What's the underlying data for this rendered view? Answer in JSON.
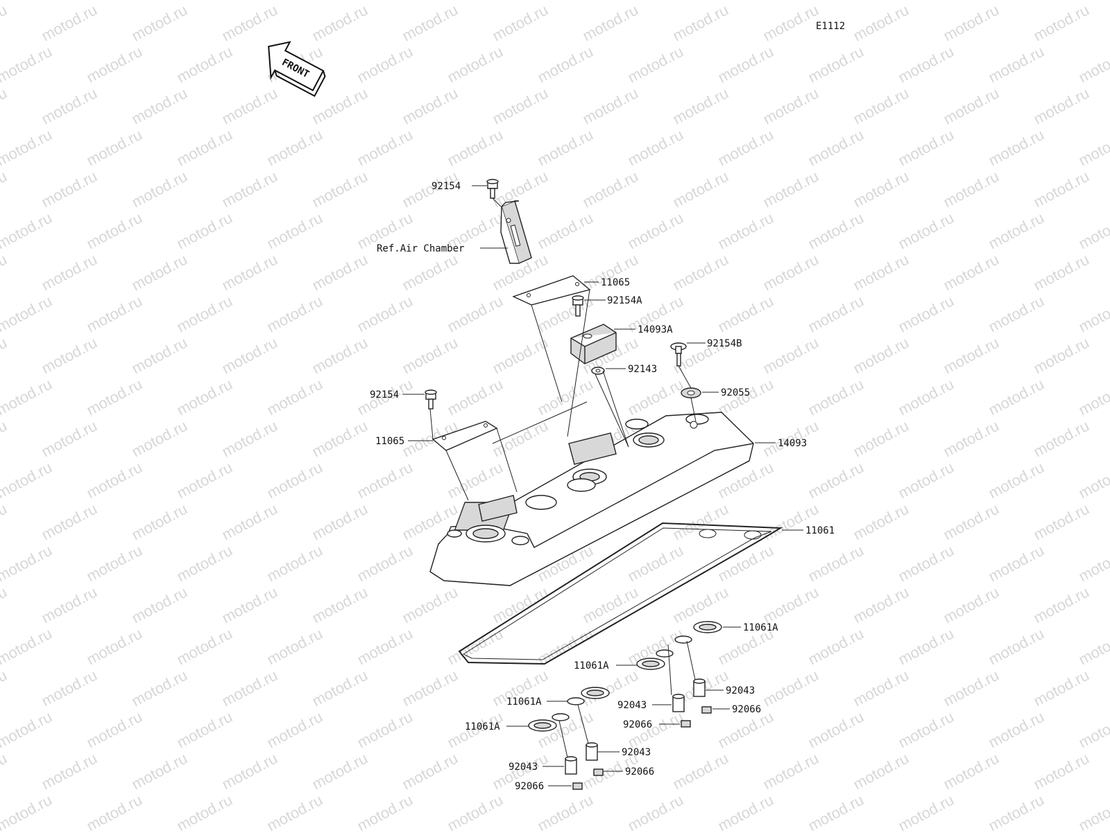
{
  "diagram": {
    "code": "E1112",
    "front_label": "FRONT",
    "watermark": "motod.ru",
    "callouts": [
      {
        "id": "c1",
        "text": "92154"
      },
      {
        "id": "c2",
        "text": "Ref.Air Chamber"
      },
      {
        "id": "c3",
        "text": "11065"
      },
      {
        "id": "c4",
        "text": "92154A"
      },
      {
        "id": "c5",
        "text": "14093A"
      },
      {
        "id": "c6",
        "text": "92154B"
      },
      {
        "id": "c7",
        "text": "92143"
      },
      {
        "id": "c8",
        "text": "92154"
      },
      {
        "id": "c9",
        "text": "92055"
      },
      {
        "id": "c10",
        "text": "11065"
      },
      {
        "id": "c11",
        "text": "14093"
      },
      {
        "id": "c12",
        "text": "11061"
      },
      {
        "id": "c13",
        "text": "11061A"
      },
      {
        "id": "c14",
        "text": "11061A"
      },
      {
        "id": "c15",
        "text": "92043"
      },
      {
        "id": "c16",
        "text": "11061A"
      },
      {
        "id": "c17",
        "text": "92043"
      },
      {
        "id": "c18",
        "text": "92066"
      },
      {
        "id": "c19",
        "text": "11061A"
      },
      {
        "id": "c20",
        "text": "92066"
      },
      {
        "id": "c21",
        "text": "92043"
      },
      {
        "id": "c22",
        "text": "92043"
      },
      {
        "id": "c23",
        "text": "92066"
      },
      {
        "id": "c24",
        "text": "92066"
      }
    ]
  }
}
